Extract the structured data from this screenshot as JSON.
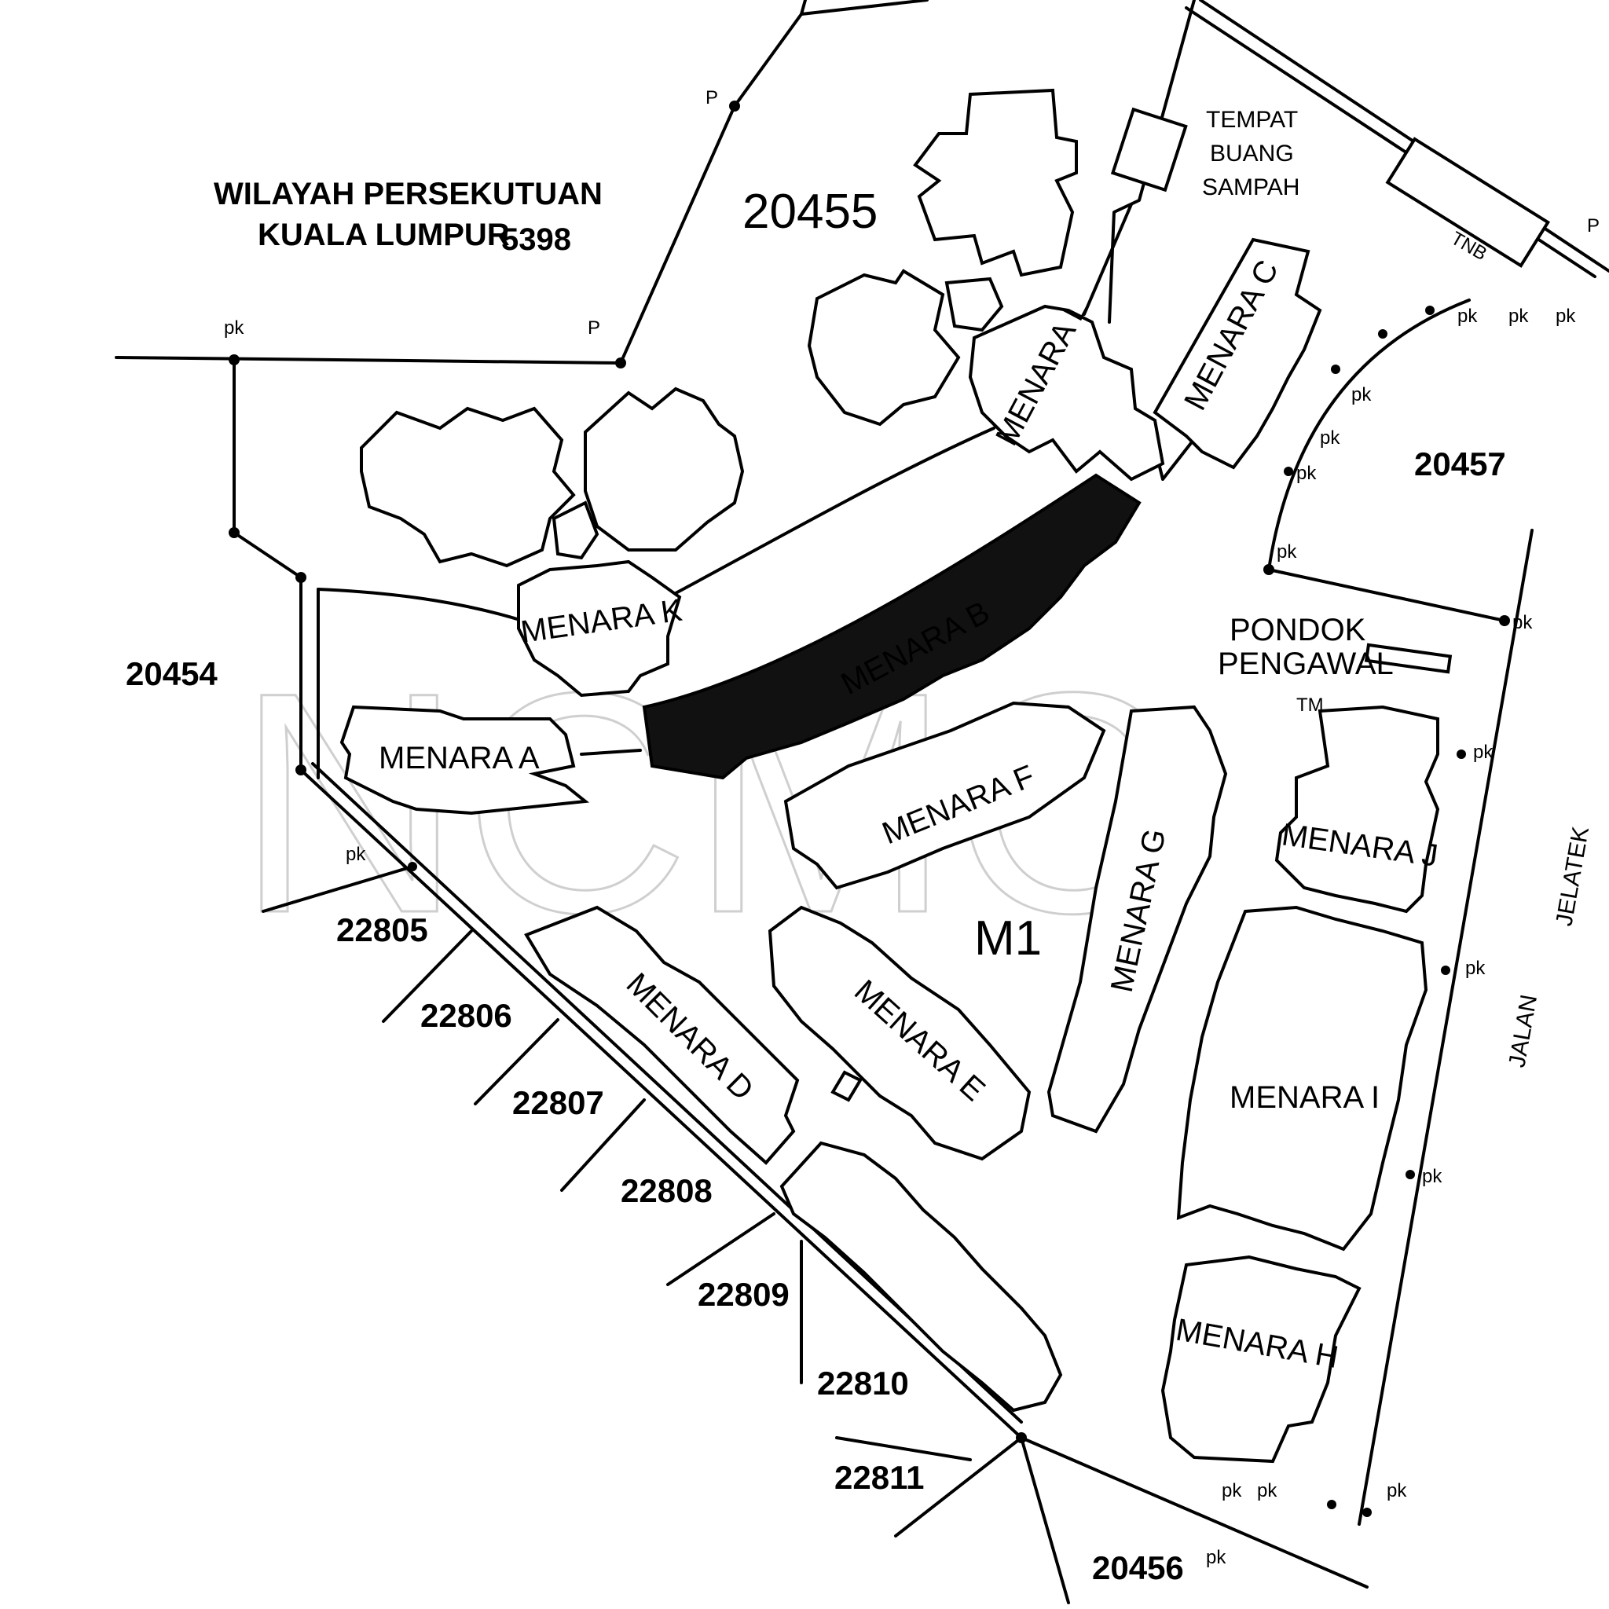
{
  "region_label": {
    "line1": "WILAYAH PERSEKUTUAN",
    "line2": "KUALA LUMPUR",
    "lot": "5398"
  },
  "lots": {
    "l20455": "20455",
    "l20457": "20457",
    "l20454": "20454",
    "l20456": "20456",
    "m1": "M1",
    "l22805": "22805",
    "l22806": "22806",
    "l22807": "22807",
    "l22808": "22808",
    "l22809": "22809",
    "l22810": "22810",
    "l22811": "22811"
  },
  "buildings": {
    "a": "MENARA A",
    "b": "MENARA B",
    "c": "MENARA C",
    "d": "MENARA D",
    "e": "MENARA E",
    "f": "MENARA F",
    "g": "MENARA G",
    "h": "MENARA H",
    "i": "MENARA I",
    "j": "MENARA J",
    "k": "MENARA K",
    "l": "MENARA L"
  },
  "facilities": {
    "tempat_line1": "TEMPAT",
    "tempat_line2": "BUANG",
    "tempat_line3": "SAMPAH",
    "tnb": "TNB",
    "pondok_line1": "PONDOK",
    "pondok_line2": "PENGAWAL"
  },
  "road": {
    "line1": "JALAN",
    "line2": "JELATEK"
  },
  "markers": {
    "pk": "pk",
    "p": "P"
  },
  "watermark": {
    "text": "NCMC",
    "tm": "TM"
  }
}
